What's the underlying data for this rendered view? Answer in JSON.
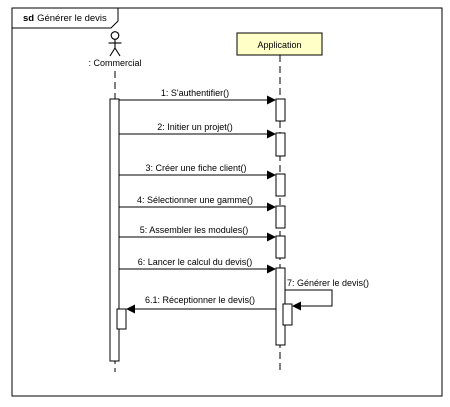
{
  "frame": {
    "keyword": "sd",
    "title": "Générer le devis"
  },
  "lifelines": {
    "commercial": {
      "label": ": Commercial"
    },
    "application": {
      "label": "Application"
    }
  },
  "messages": [
    {
      "label": "1: S'authentifier()",
      "from": "commercial",
      "to": "application",
      "kind": "sync"
    },
    {
      "label": "2: Initier un projet()",
      "from": "commercial",
      "to": "application",
      "kind": "sync"
    },
    {
      "label": "3: Créer une fiche client()",
      "from": "commercial",
      "to": "application",
      "kind": "sync"
    },
    {
      "label": "4: Sélectionner une gamme()",
      "from": "commercial",
      "to": "application",
      "kind": "sync"
    },
    {
      "label": "5: Assembler les modules()",
      "from": "commercial",
      "to": "application",
      "kind": "sync"
    },
    {
      "label": "6: Lancer le calcul du devis()",
      "from": "commercial",
      "to": "application",
      "kind": "sync"
    },
    {
      "label": "7: Générer le devis()",
      "from": "application",
      "to": "application",
      "kind": "self"
    },
    {
      "label": "6.1: Réceptionner le devis()",
      "from": "application",
      "to": "commercial",
      "kind": "sync"
    }
  ],
  "colors": {
    "line": "#000000",
    "application_box": "#ffffc8",
    "activation": "#ffffff"
  }
}
